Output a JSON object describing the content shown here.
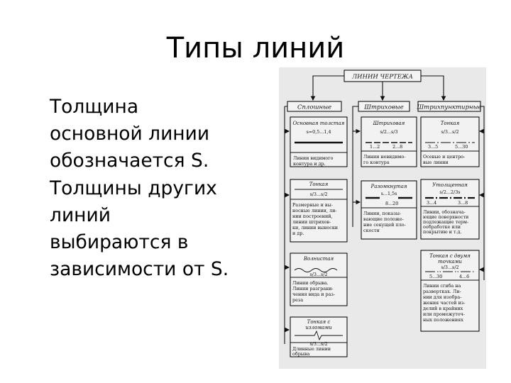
{
  "slide": {
    "title": "Типы линий",
    "body_lines": [
      "Толщина",
      "основной линии",
      "обозначается S.",
      "Толщины других",
      "линий",
      "выбираются в",
      "зависимости от S."
    ]
  },
  "diagram": {
    "root": "ЛИНИИ ЧЕРТЕЖА",
    "categories": [
      "Сплошные",
      "Штриховые",
      "Штрихпунктирные"
    ],
    "boxes": {
      "osnovnaya": {
        "title": "Основная толстая",
        "thickness": "s=0,5...1,4",
        "desc": [
          "Линии видимого",
          "контура и др."
        ]
      },
      "tonkaya": {
        "title": "Тонкая",
        "thickness": "s/3...s/2",
        "desc": [
          "Размерные и вы-",
          "носные линии, ли-",
          "нии построений,",
          "линии штрихов-",
          "ки, линии выноски",
          "и др."
        ]
      },
      "volnistaya": {
        "title": "Волнистая",
        "thickness": "s/3...s/2",
        "desc": [
          "Линии обрыва.",
          "Линии разграни-",
          "чения вида и раз-",
          "реза"
        ]
      },
      "tonkaya_izlomy": {
        "title": "Тонкая с",
        "title2": "изломами",
        "thickness": "s/3...s/2",
        "desc": [
          "Длинные линии",
          "обрыва"
        ]
      },
      "shtrihovaya": {
        "title": "Штриховая",
        "thickness": "s/2...s/3",
        "dims": [
          "1...2",
          "2...8"
        ],
        "desc": [
          "Линии невидимо-",
          "го контура"
        ]
      },
      "razomknutaya": {
        "title": "Разомкнутая",
        "thickness": "s...1,5s",
        "dims": [
          "8...20"
        ],
        "desc": [
          "Линии, показы-",
          "вающие положе-",
          "ние секущей пло-",
          "скости"
        ]
      },
      "tonkaya_sh": {
        "title": "Тонкая",
        "thickness": "s/3...s/2",
        "dims": [
          "3...5",
          "5...30"
        ],
        "desc": [
          "Осевые и центро-",
          "вые линии"
        ]
      },
      "utolshchennaya": {
        "title": "Утолщенная",
        "thickness": "s/2...2/3s",
        "dims": [
          "3...4",
          "3...8"
        ],
        "desc": [
          "Линии, обознача-",
          "ющие поверхности",
          "подлежащие терм-",
          "ообработке или",
          "покрытию и т.д."
        ]
      },
      "tonkaya_dve": {
        "title": "Тонкая с двумя",
        "title2": "точками",
        "thickness": "s/3...s/2",
        "dims": [
          "5...30",
          "4...6"
        ],
        "desc": [
          "Линии сгиба на",
          "развертках. Ли-",
          "нии для изобра-",
          "жения частей из-",
          "делий в крайних",
          "или промежуточ-",
          "ных положениях"
        ]
      }
    }
  }
}
